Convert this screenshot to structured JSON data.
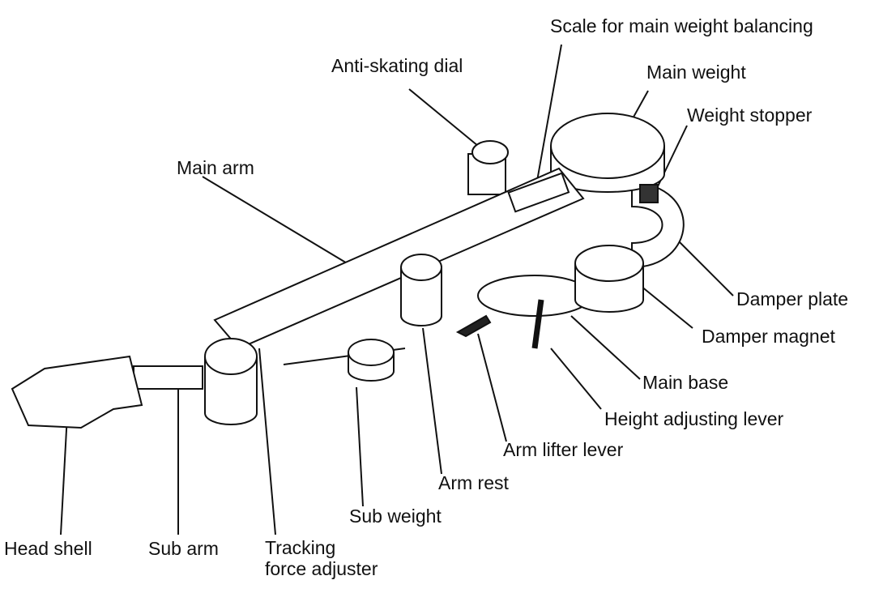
{
  "labels": {
    "scale": "Scale for main weight balancing",
    "anti_skating": "Anti-skating dial",
    "main_weight": "Main weight",
    "weight_stopper": "Weight stopper",
    "main_arm": "Main arm",
    "damper_plate": "Damper plate",
    "damper_magnet": "Damper magnet",
    "main_base": "Main base",
    "height_adjusting": "Height adjusting lever",
    "arm_lifter": "Arm lifter lever",
    "arm_rest": "Arm rest",
    "sub_weight": "Sub weight",
    "head_shell": "Head shell",
    "sub_arm": "Sub arm",
    "tracking_line1": "Tracking",
    "tracking_line2": "force adjuster"
  },
  "colors": {
    "ink": "#111111",
    "paper": "#ffffff",
    "shade": "#bdbdbd",
    "dark": "#222222"
  }
}
